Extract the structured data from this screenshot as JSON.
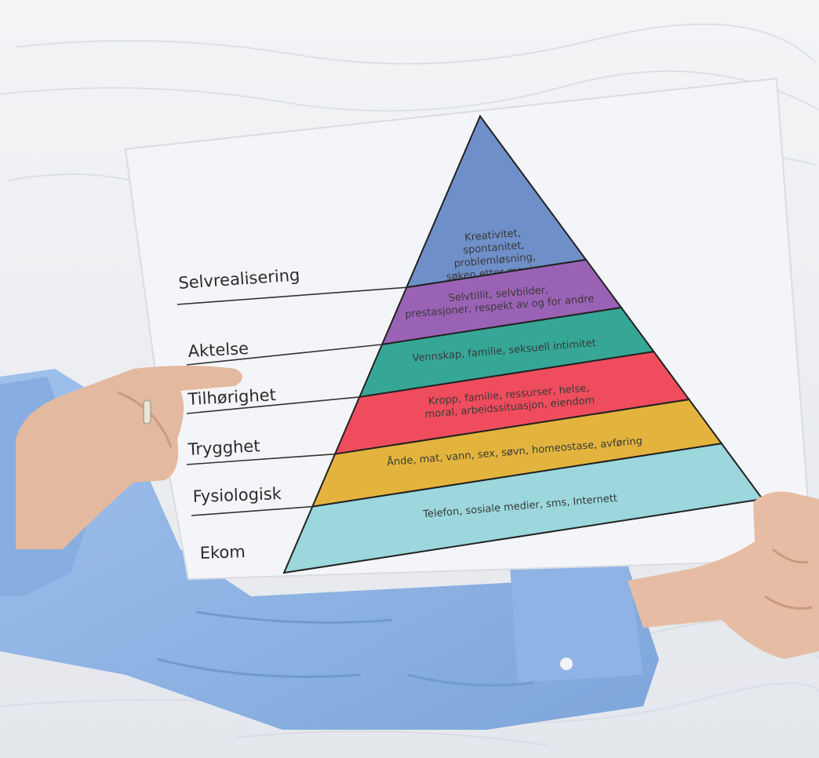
{
  "levels": [
    {
      "label": "Selvrealisering",
      "description_lines": [
        "Kreativitet,",
        "spontanitet,",
        "problemløsning,",
        "søken etter mening"
      ],
      "color": "#6f8fc9"
    },
    {
      "label": "Aktelse",
      "description_lines": [
        "Selvtillit, selvbilder,",
        "prestasjoner, respekt av og for andre"
      ],
      "color": "#9a62b5"
    },
    {
      "label": "Tilhørighet",
      "description_lines": [
        "Vennskap, familie, seksuell intimitet"
      ],
      "color": "#36a797"
    },
    {
      "label": "Trygghet",
      "description_lines": [
        "Kropp, familie, ressurser, helse,",
        "moral, arbeidssituasjon, eiendom"
      ],
      "color": "#ef4d5d"
    },
    {
      "label": "Fysiologisk",
      "description_lines": [
        "Ånde, mat, vann, sex, søvn, homeostase, avføring"
      ],
      "color": "#e3b43d"
    },
    {
      "label": "Ekom",
      "description_lines": [
        "Telefon, sosiale medier, sms, Internett"
      ],
      "color": "#9bd7dd"
    }
  ],
  "scene_colors": {
    "snow": "#eef0f3",
    "paper": "#f4f5f8",
    "shirt": "#8eb4e6",
    "skin": "#e7bfa6",
    "outline": "#222222"
  }
}
